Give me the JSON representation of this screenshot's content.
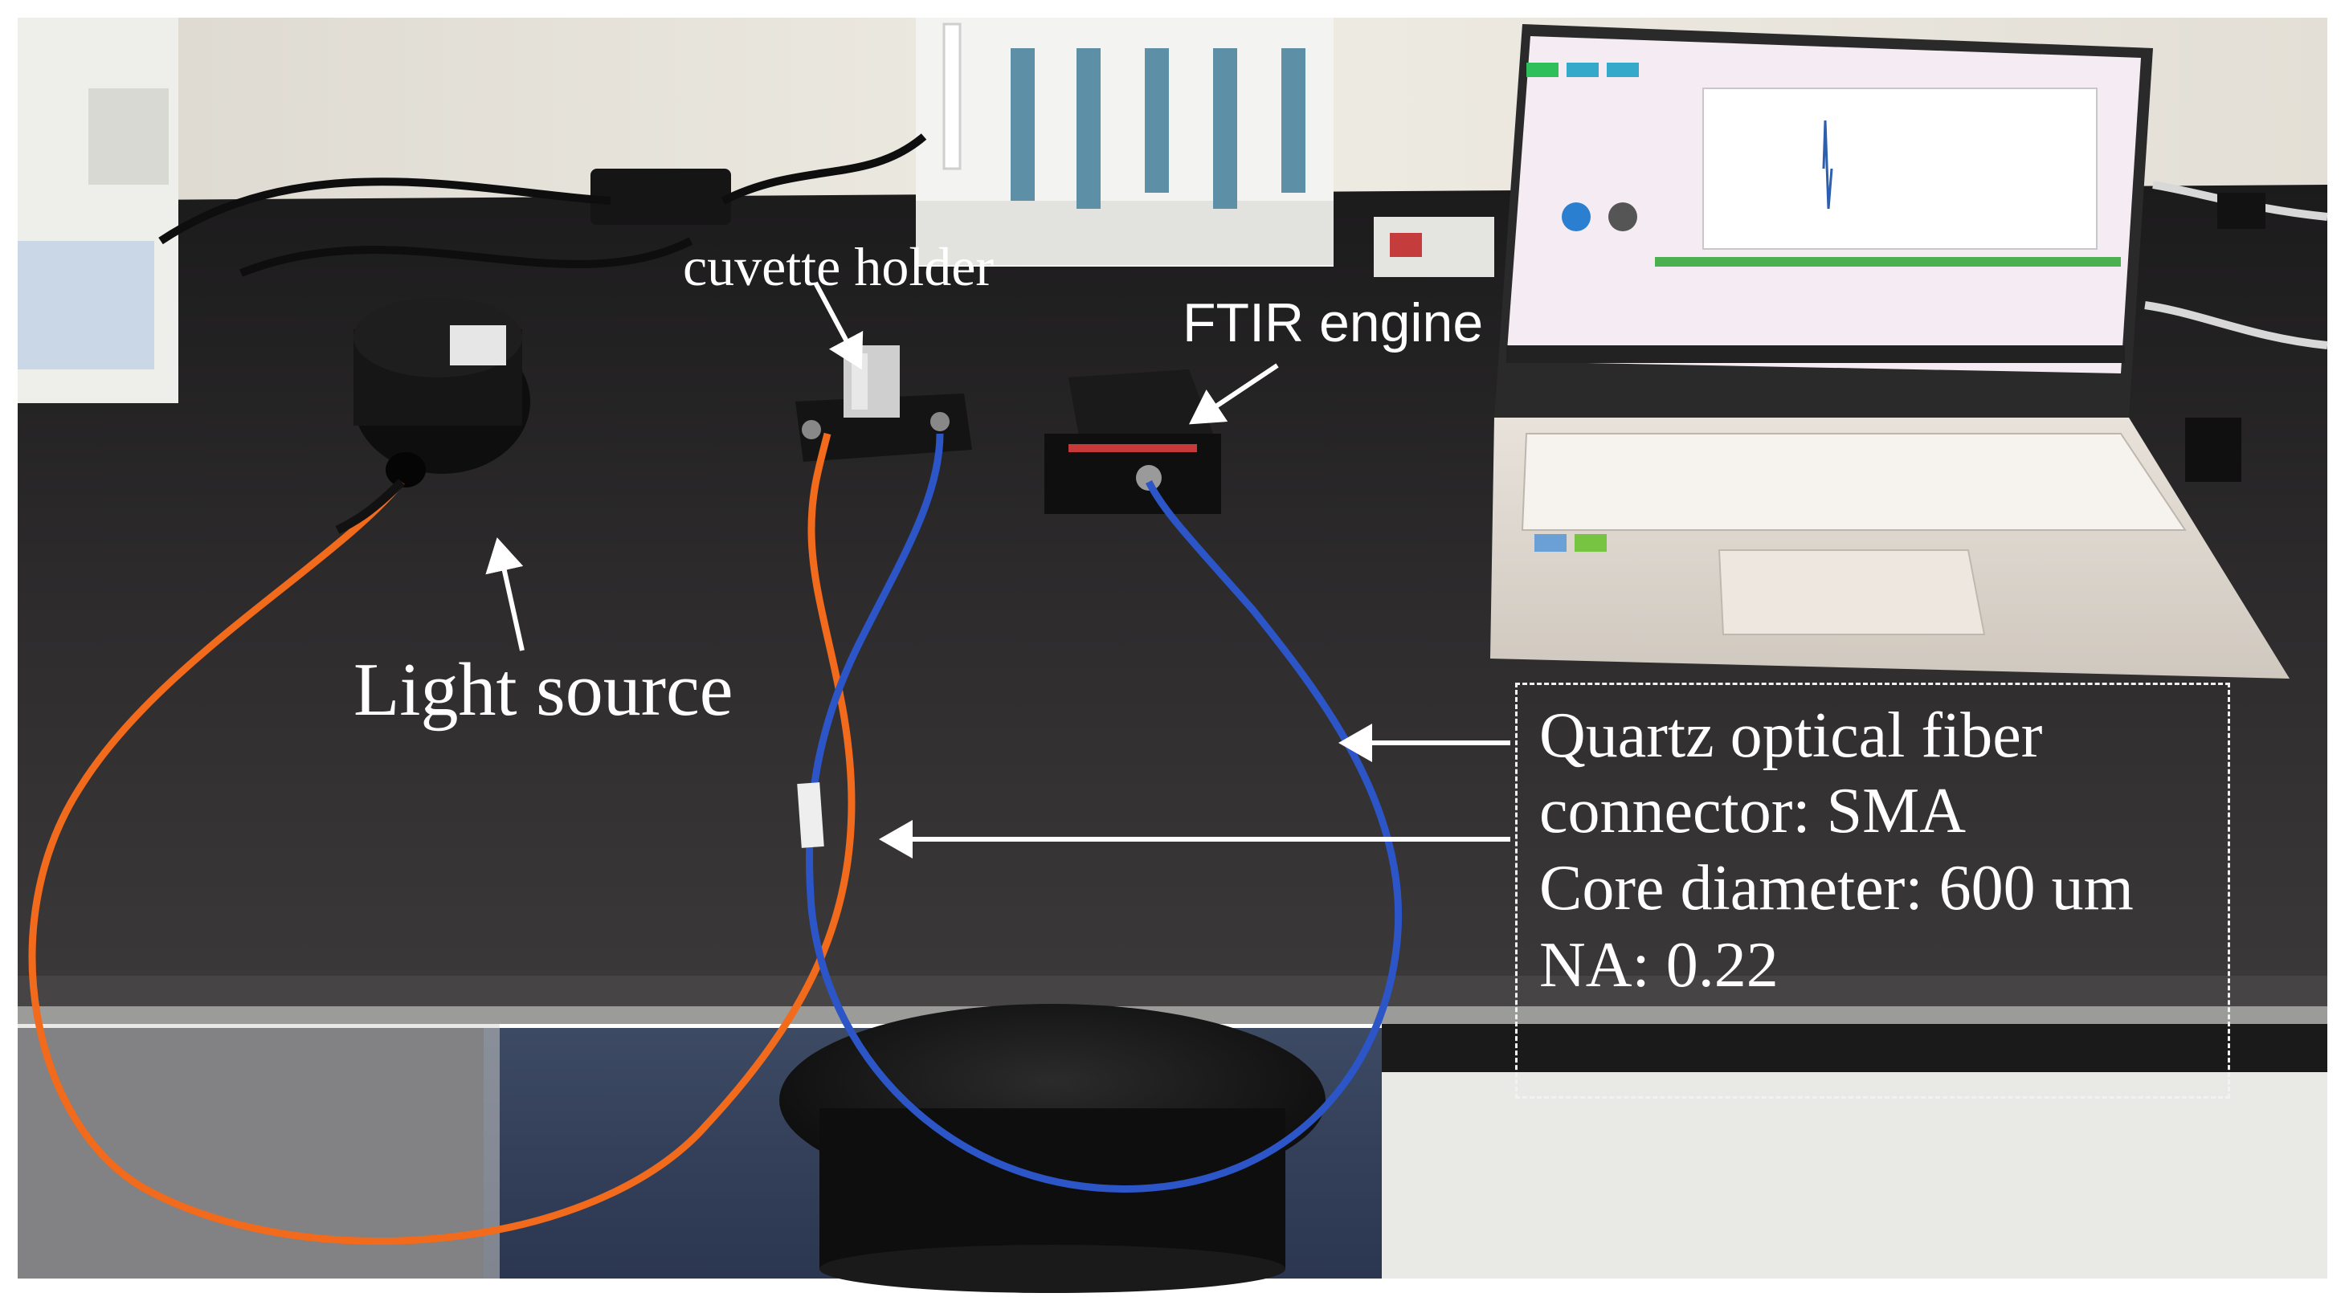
{
  "labels": {
    "light_source": "Light source",
    "cuvette_holder": "cuvette holder",
    "ftir_engine": "FTIR engine"
  },
  "fiber_spec": {
    "line1": "Quartz optical fiber",
    "line2": "connector: SMA",
    "line3": "Core diameter: 600 um",
    "line4": "NA: 0.22"
  },
  "colors": {
    "bench_top": "#2a2828",
    "wall": "#e9e6dd",
    "orange_fiber": "#f26a1b",
    "blue_fiber": "#2c55c8",
    "laptop_body": "#d9d3cb",
    "screen_bg": "#f4e9f2",
    "annotation": "#ffffff"
  },
  "icons": [
    "arrow-icon"
  ]
}
